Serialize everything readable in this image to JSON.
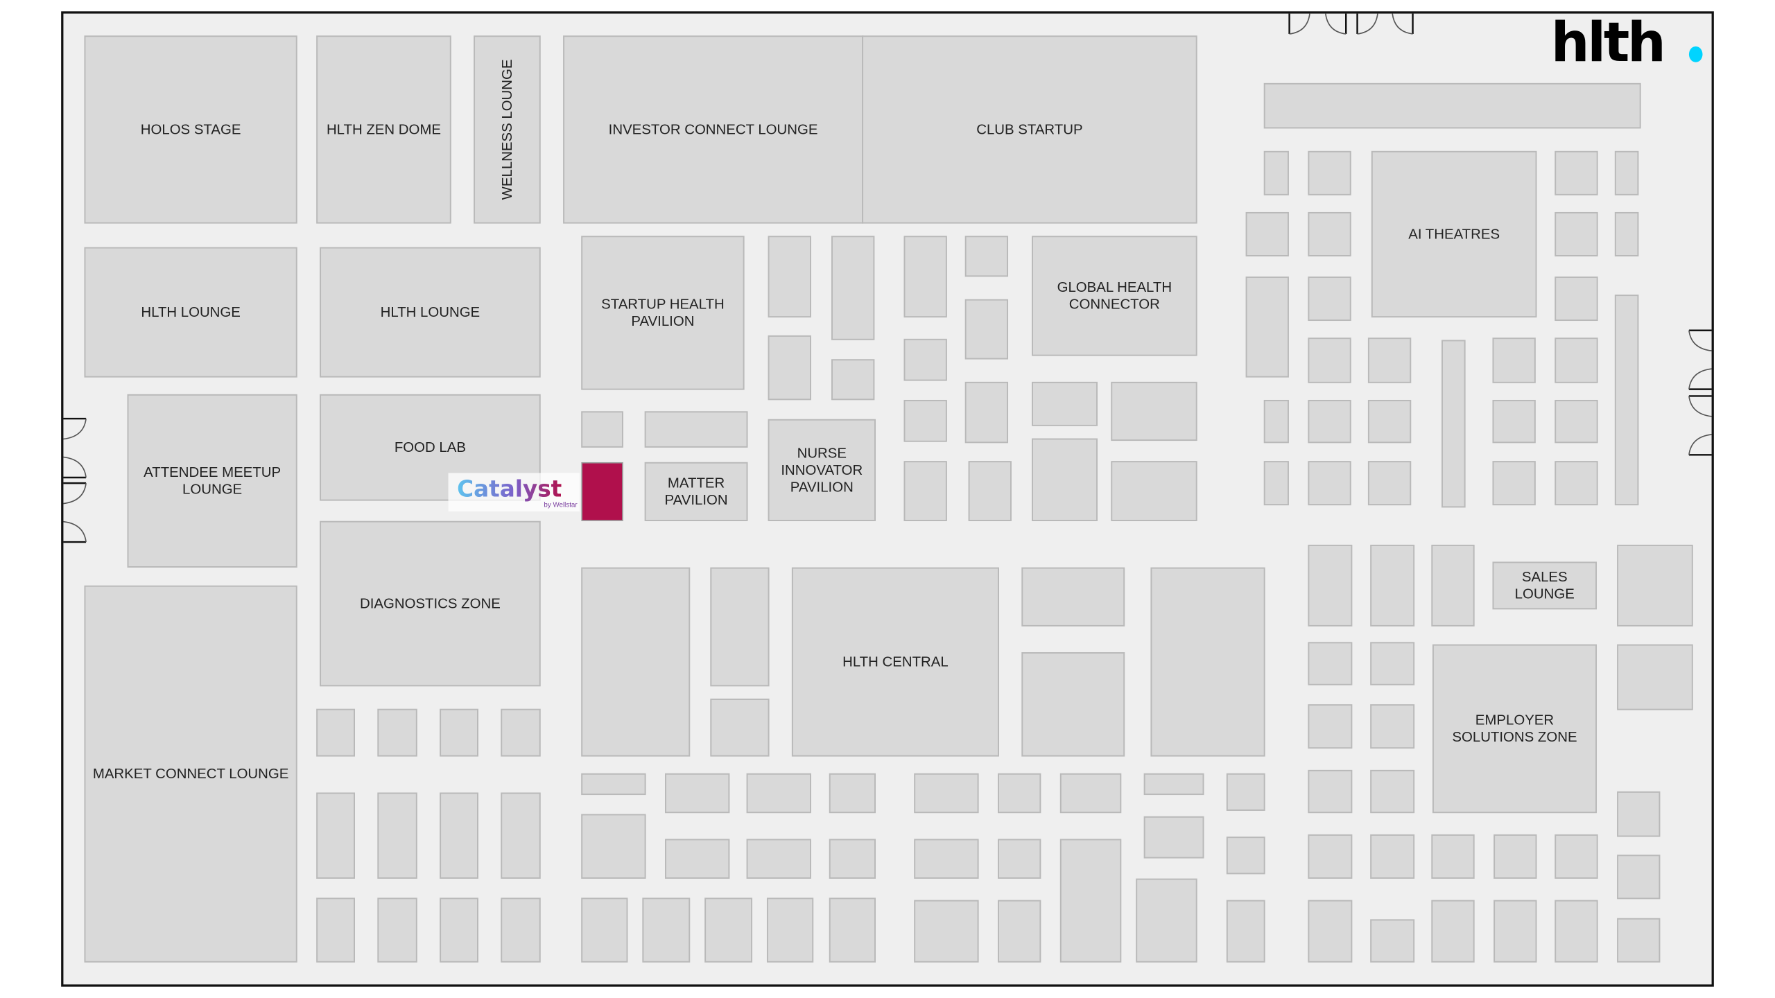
{
  "map": {
    "logo": "hlth.",
    "logo_dot_color": "#00d4ff",
    "highlight_booth_color": "#b0104c",
    "sponsor": {
      "name": "Catalyst",
      "byline": "by Wellstar"
    },
    "rooms": {
      "holos_stage": [
        "HOLOS STAGE"
      ],
      "zen_dome": [
        "HLTH ZEN DOME"
      ],
      "wellness_lounge": [
        "WELLNESS LOUNGE"
      ],
      "investor_connect": [
        "INVESTOR CONNECT LOUNGE"
      ],
      "club_startup": [
        "CLUB STARTUP"
      ],
      "hlth_lounge_1": [
        "HLTH LOUNGE"
      ],
      "hlth_lounge_2": [
        "HLTH LOUNGE"
      ],
      "startup_health": [
        "STARTUP HEALTH",
        "PAVILION"
      ],
      "global_health": [
        "GLOBAL HEALTH",
        "CONNECTOR"
      ],
      "ai_theatres": [
        "AI THEATRES"
      ],
      "attendee_meetup": [
        "ATTENDEE MEETUP",
        "LOUNGE"
      ],
      "food_lab": [
        "FOOD LAB"
      ],
      "matter_pavilion": [
        "MATTER",
        "PAVILION"
      ],
      "nurse_innovator": [
        "NURSE",
        "INNOVATOR",
        "PAVILION"
      ],
      "diagnostics_zone": [
        "DIAGNOSTICS ZONE"
      ],
      "hlth_central": [
        "HLTH CENTRAL"
      ],
      "sales_lounge": [
        "SALES",
        "LOUNGE"
      ],
      "employer_solutions": [
        "EMPLOYER",
        "SOLUTIONS ZONE"
      ],
      "market_connect": [
        "MARKET CONNECT LOUNGE"
      ]
    }
  }
}
